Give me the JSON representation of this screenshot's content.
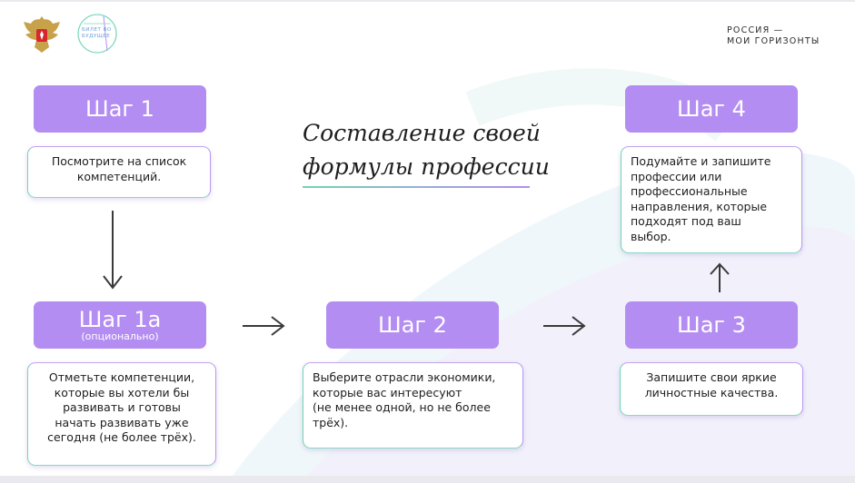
{
  "brand": {
    "line1": "РОССИЯ —",
    "line2": "МОИ ГОРИЗОНТЫ"
  },
  "logo2_text": [
    "БИЛЕТ ВО",
    "БУДУЩЕЕ"
  ],
  "title": {
    "line1": "Составление своей",
    "line2": "формулы профессии"
  },
  "steps": [
    {
      "label": "Шаг 1",
      "sub": "",
      "text": [
        "Посмотрите на список",
        "компетенций."
      ]
    },
    {
      "label": "Шаг 1а",
      "sub": "(опционально)",
      "text": [
        "Отметьте компетенции,",
        "которые вы хотели бы",
        "развивать и готовы",
        "начать развивать уже",
        "сегодня (не более трёх)."
      ]
    },
    {
      "label": "Шаг 2",
      "sub": "",
      "text": [
        "Выберите отрасли экономики,",
        "которые вас интересуют",
        "(не менее одной, но не более",
        "трёх)."
      ]
    },
    {
      "label": "Шаг 3",
      "sub": "",
      "text": [
        "Запишите свои яркие",
        "личностные качества."
      ]
    },
    {
      "label": "Шаг 4",
      "sub": "",
      "text": [
        "Подумайте и запишите",
        "профессии или",
        "профессиональные",
        "направления, которые",
        "подходят под ваш",
        "выбор."
      ]
    }
  ],
  "colors": {
    "step_fill": "#b48df2",
    "accent_green": "#6fd6b4",
    "accent_purple": "#b48df2"
  }
}
